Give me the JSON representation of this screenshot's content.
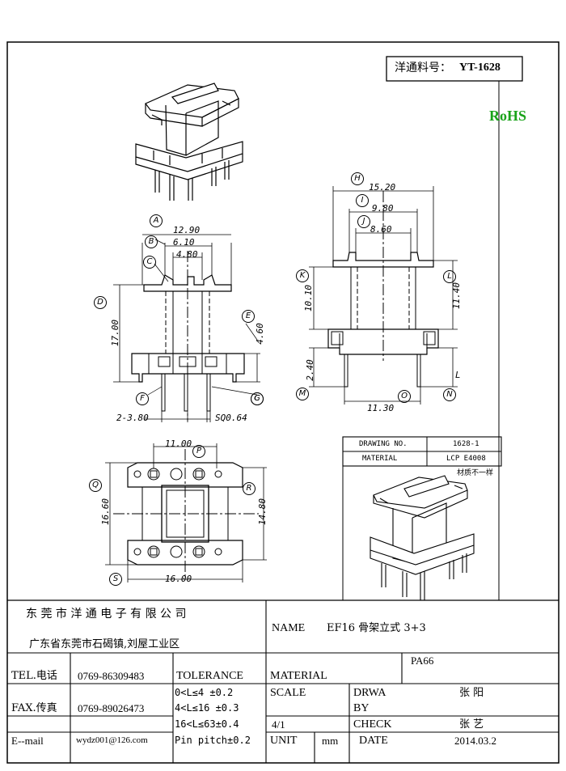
{
  "part_label": {
    "prefix": "洋通料号：",
    "number": "YT-1628"
  },
  "rohs": "RoHS",
  "rohs_color": "#1aa31a",
  "dimensions": {
    "H": "15.20",
    "I": "9.80",
    "J": "8.60",
    "K": "10.10",
    "L": "11.40",
    "M": "2.40",
    "N": "L",
    "O": "11.30",
    "A": "12.90",
    "B": "6.10",
    "C": "4.80",
    "D": "17.00",
    "E": "4.60",
    "F": "2-3.80",
    "G": "SQ0.64",
    "P": "11.00",
    "Q": "16.60",
    "R": "14.80",
    "S": "16.00"
  },
  "callouts": [
    "A",
    "B",
    "C",
    "D",
    "E",
    "F",
    "G",
    "H",
    "I",
    "J",
    "K",
    "L",
    "M",
    "N",
    "O",
    "P",
    "Q",
    "R",
    "S"
  ],
  "callout_c2": "C",
  "drawing_info": {
    "drawing_no_label": "DRAWING NO.",
    "drawing_no": "1628-1",
    "material_label": "MATERIAL",
    "material": "LCP E4008",
    "note": "材质不一样"
  },
  "title_block": {
    "company": "东 莞 市 洋 通 电 子 有 限 公 司",
    "address": "广东省东莞市石碣镇,刘屋工业区",
    "name_label": "NAME",
    "name_value": "EF16 骨架立式 3+3",
    "tel_label": "TEL.电话",
    "tel": "0769-86309483",
    "fax_label": "FAX.传真",
    "fax": "0769-89026473",
    "email_label": "E--mail",
    "email": "wydz001@126.com",
    "tolerance_label": "TOLERANCE",
    "tol1": "0<L≤4  ±0.2",
    "tol2": "4<L≤16 ±0.3",
    "tol3": "16<L≤63±0.4",
    "tol4": "Pin pitch±0.2",
    "material_label": "MATERIAL",
    "material_value": "PA66",
    "scale_label": "SCALE",
    "scale_value": "4/1",
    "draw_label_1": "DRWA",
    "draw_label_2": "BY",
    "draw_by": "张 阳",
    "check_label": "CHECK",
    "check_by": "张 艺",
    "unit_label": "UNIT",
    "unit_value": "mm",
    "date_label": "DATE",
    "date_value": "2014.03.2"
  }
}
